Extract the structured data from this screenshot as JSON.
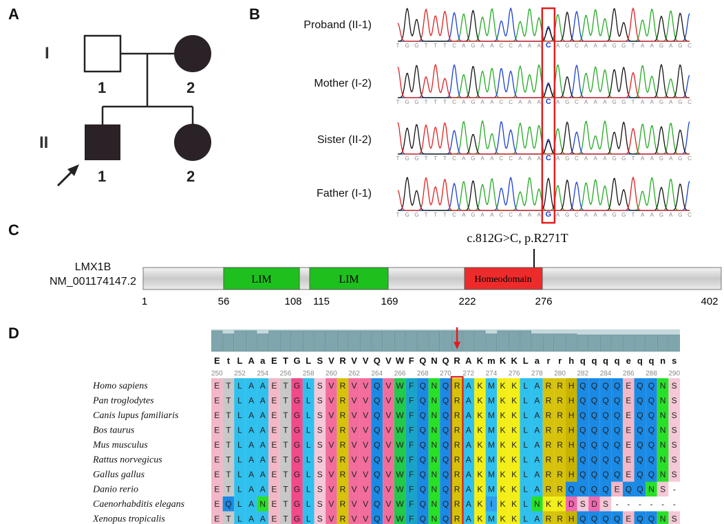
{
  "panels": {
    "a": "A",
    "b": "B",
    "c": "C",
    "d": "D"
  },
  "pedigree": {
    "gen1": "I",
    "gen2": "II",
    "ind_I1": "1",
    "ind_I2": "2",
    "ind_II1": "1",
    "ind_II2": "2"
  },
  "sequencing": {
    "traces": [
      {
        "label": "Proband (II-1)",
        "base": "C"
      },
      {
        "label": "Mother (I-2)",
        "base": "C"
      },
      {
        "label": "Sister (II-2)",
        "base": "C"
      },
      {
        "label": "Father (I-1)",
        "base": "G"
      }
    ],
    "sequence": "TGGTTTCAGAACCAAA?AGCAAAGGTAAGAGC",
    "colors": {
      "A": "#22aa22",
      "C": "#1a3fd6",
      "G": "#111111",
      "T": "#e02020"
    }
  },
  "gene": {
    "name": "LMX1B",
    "transcript": "NM_001174147.2",
    "mutation": "c.812G>C, p.R271T",
    "domain_lim1": "LIM",
    "domain_lim2": "LIM",
    "domain_homeo": "Homeodomain",
    "positions": [
      "1",
      "56",
      "108",
      "115",
      "169",
      "222",
      "276",
      "402"
    ],
    "colors": {
      "lim": "#1ec01e",
      "homeo": "#ee2b2b",
      "bar": "#d0d0d0"
    }
  },
  "alignment": {
    "consensus": [
      "E",
      "t",
      "L",
      "A",
      "a",
      "E",
      "T",
      "G",
      "L",
      "S",
      "V",
      "R",
      "V",
      "V",
      "Q",
      "V",
      "W",
      "F",
      "Q",
      "N",
      "Q",
      "R",
      "A",
      "K",
      "m",
      "K",
      "K",
      "L",
      "a",
      "r",
      "r",
      "h",
      "q",
      "q",
      "q",
      "q",
      "e",
      "q",
      "q",
      "n",
      "s"
    ],
    "conservation": [
      1,
      0.85,
      1,
      1,
      0.85,
      1,
      1,
      1,
      1,
      1,
      1,
      1,
      1,
      1,
      1,
      1,
      1,
      1,
      1,
      1,
      1,
      1,
      1,
      1,
      0.85,
      1,
      1,
      1,
      0.85,
      0.85,
      0.85,
      0.85,
      0.8,
      0.8,
      0.8,
      0.8,
      0.8,
      0.8,
      0.8,
      0.8,
      0.8
    ],
    "position_labels": [
      "250",
      "252",
      "254",
      "256",
      "258",
      "260",
      "262",
      "264",
      "266",
      "268",
      "270",
      "272",
      "274",
      "276",
      "278",
      "280",
      "282",
      "284",
      "286",
      "288",
      "290"
    ],
    "species": [
      {
        "name": "Homo sapiens",
        "seq": "ETLAAETGLSVRVVQVWFQNQRAKMKKLARRHQQQQEQQNS"
      },
      {
        "name": "Pan troglodytes",
        "seq": "ETLAAETGLSVRVVQVWFQNQRAKMKKLARRHQQQQEQQNS"
      },
      {
        "name": "Canis lupus familiaris",
        "seq": "ETLAAETGLSVRVVQVWFQNQRAKMKKLARRHQQQQEQQNS"
      },
      {
        "name": "Bos taurus",
        "seq": "ETLAAETGLSVRVVQVWFQNQRAKMKKLARRHQQQQEQQNS"
      },
      {
        "name": "Mus musculus",
        "seq": "ETLAAETGLSVRVVQVWFQNQRAKMKKLARRHQQQQEQQNS"
      },
      {
        "name": "Rattus norvegicus",
        "seq": "ETLAAETGLSVRVVQVWFQNQRAKMKKLARRHQQQQEQQNS"
      },
      {
        "name": "Gallus gallus",
        "seq": "ETLAAETGLSVRVVQVWFQNQRAKMKKLARRHQQQQEQQNS"
      },
      {
        "name": "Danio rerio",
        "seq": "ETLAAETGLSVRVVQVWFQNQRAKMKKLARRQQQQEQQNS"
      },
      {
        "name": "Caenorhabditis elegans",
        "seq": "EQLANETGLSVRVVQVWFQNQRAKIKKLNKKDSDS------"
      },
      {
        "name": "Xenopus tropicalis",
        "seq": "ETLAAETGLSVRVVQVWFQNQRAKMKKLARRHQQQQEQQNS"
      }
    ],
    "residue_colors": {
      "E": "#f3b8c8",
      "T": "#c8c8c8",
      "L": "#30c0ee",
      "A": "#30c0ee",
      "G": "#f04a8a",
      "S": "#f5c8d8",
      "V": "#f26d9c",
      "R": "#d6c20a",
      "Q": "#1b8ae5",
      "W": "#22c94a",
      "F": "#1aa3c8",
      "N": "#29e029",
      "K": "#f3ee18",
      "M": "#30c0ee",
      "H": "#c8b400",
      "D": "#f06ab0",
      "I": "#30a0ee",
      "-": "#ffffff"
    }
  }
}
